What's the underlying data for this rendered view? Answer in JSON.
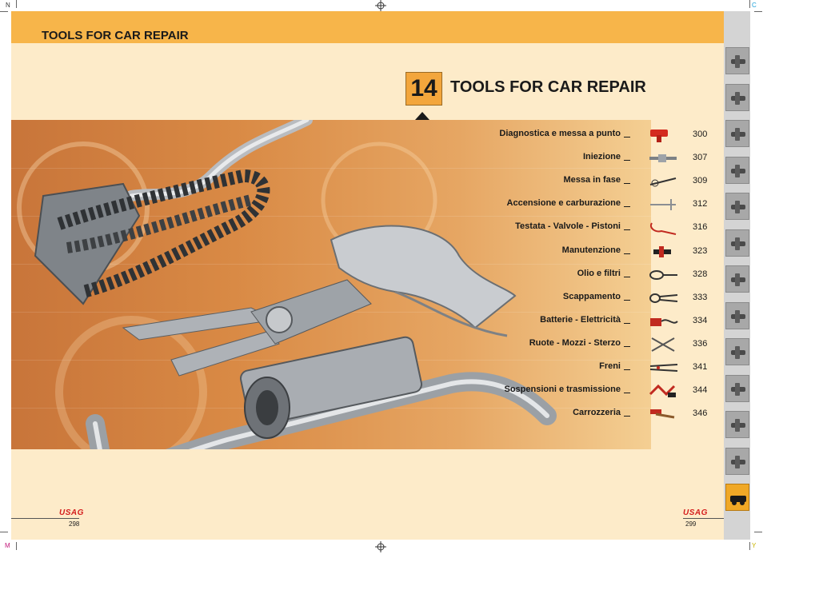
{
  "registration": {
    "tl": "N",
    "tr": "C",
    "bl": "M",
    "br": "Y"
  },
  "running_head": "TOOLS FOR CAR REPAIR",
  "chapter": {
    "number": "14",
    "title": "TOOLS FOR CAR REPAIR"
  },
  "toc": [
    {
      "label": "Diagnostica e messa a punto",
      "page": "300",
      "icon": "heat-gun-icon"
    },
    {
      "label": "Iniezione",
      "page": "307",
      "icon": "injector-tool-icon"
    },
    {
      "label": "Messa in fase",
      "page": "309",
      "icon": "timing-tool-icon"
    },
    {
      "label": "Accensione e carburazione",
      "page": "312",
      "icon": "spark-tool-icon"
    },
    {
      "label": "Testata - Valvole - Pistoni",
      "page": "316",
      "icon": "valve-tool-icon"
    },
    {
      "label": "Manutenzione",
      "page": "323",
      "icon": "grease-gun-icon"
    },
    {
      "label": "Olio e filtri",
      "page": "328",
      "icon": "filter-wrench-icon"
    },
    {
      "label": "Scappamento",
      "page": "333",
      "icon": "exhaust-pliers-icon"
    },
    {
      "label": "Batterie - Elettricità",
      "page": "334",
      "icon": "battery-clamp-icon"
    },
    {
      "label": "Ruote - Mozzi - Sterzo",
      "page": "336",
      "icon": "cross-wrench-icon"
    },
    {
      "label": "Freni",
      "page": "341",
      "icon": "brake-pliers-icon"
    },
    {
      "label": "Sospensioni e trasmissione",
      "page": "344",
      "icon": "spring-compressor-icon"
    },
    {
      "label": "Carrozzeria",
      "page": "346",
      "icon": "body-hammer-icon"
    }
  ],
  "footer": {
    "left_logo": "USAG",
    "left_page": "298",
    "right_logo": "USAG",
    "right_page": "299"
  },
  "colors": {
    "page_bg": "#fdebc9",
    "band": "#f7b54a",
    "accent": "#f3a63c",
    "logo": "#d41d1d"
  }
}
